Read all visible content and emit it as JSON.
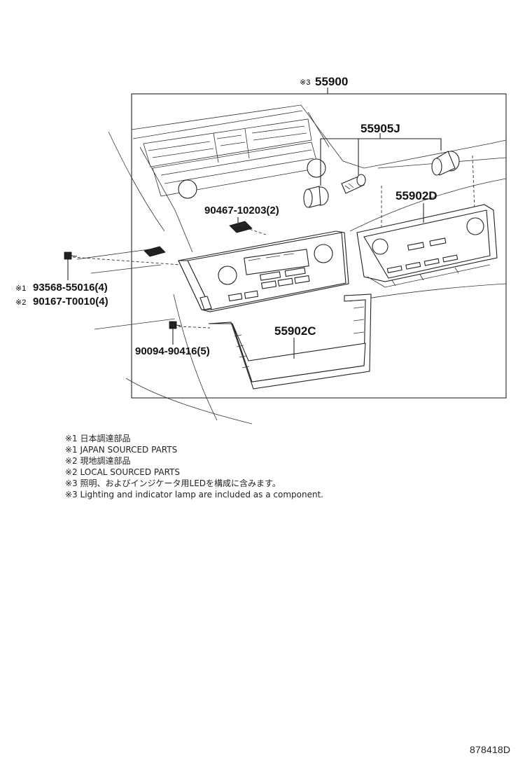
{
  "callouts": {
    "assembly": {
      "mark": "※3",
      "number": "55900"
    },
    "knob": "55905J",
    "panel_d": "55902D",
    "panel_c": "55902C",
    "clip": "90467-10203(2)",
    "screw_1": {
      "mark": "※1",
      "number": "93568-55016(4)"
    },
    "screw_2": {
      "mark": "※2",
      "number": "90167-T0010(4)"
    },
    "screw_3": "90094-90416(5)"
  },
  "notes": [
    "※1 日本調達部品",
    "※1 JAPAN SOURCED PARTS",
    "※2 現地調達部品",
    "※2 LOCAL SOURCED PARTS",
    "※3 照明、およびインジケータ用LEDを構成に含みます。",
    "※3 Lighting and indicator lamp are included as a component."
  ],
  "illustration_id": "878418D"
}
